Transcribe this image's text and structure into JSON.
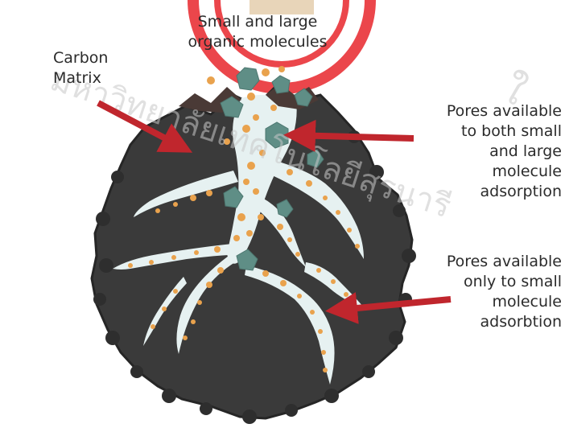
{
  "labels": {
    "molecules_line1": "Small and large",
    "molecules_line2": "organic molecules",
    "carbon_line1": "Carbon",
    "carbon_line2": "Matrix",
    "pores_large_line1": "Pores available",
    "pores_large_line2": "to both small",
    "pores_large_line3": "and large",
    "pores_large_line4": "molecule",
    "pores_large_line5": "adsorption",
    "pores_small_line1": "Pores available",
    "pores_small_line2": "only to small",
    "pores_small_line3": "molecule",
    "pores_small_line4": "adsorbtion"
  },
  "watermark": {
    "text_left": "มหาวิทยาลัยเทคโนโลยีสุรนารี",
    "text_right": "ใ"
  },
  "colors": {
    "carbon": "#3a3a3a",
    "carbon_dark": "#262626",
    "pore": "#e6f1f1",
    "small_molecule": "#e9a24d",
    "large_molecule": "#5f8e86",
    "arrow": "#c0262d",
    "watermark_red": "#e8262c",
    "watermark_grey": "#c8c8c8"
  }
}
